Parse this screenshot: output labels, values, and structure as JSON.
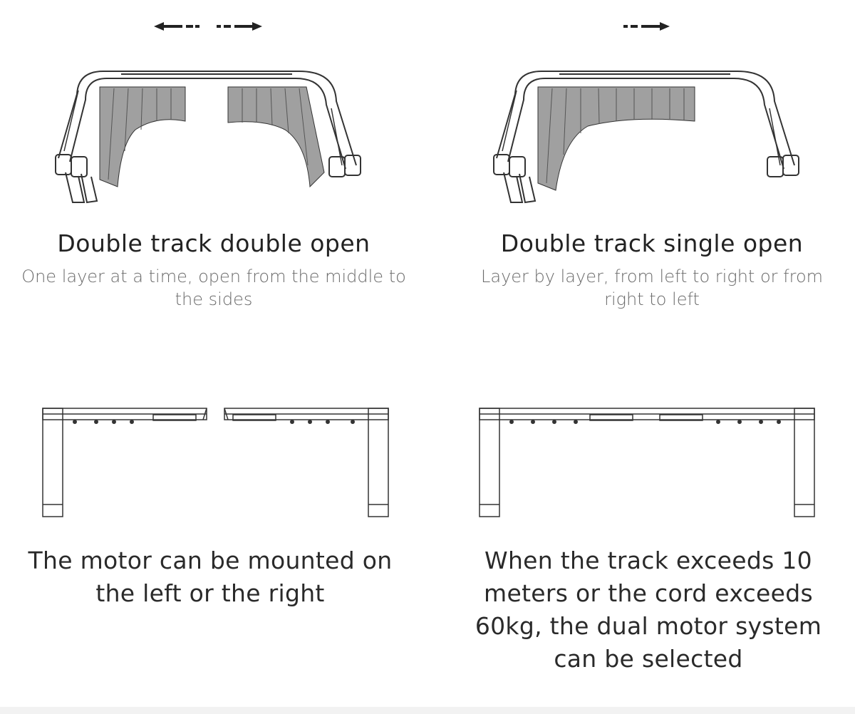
{
  "panels": {
    "double_open": {
      "title": "Double track double open",
      "subtitle": "One layer at a time, open from the middle to the sides",
      "icon": "arrows-both-directions-icon"
    },
    "single_open": {
      "title": "Double track single open",
      "subtitle": "Layer by layer, from left to right or from right to left",
      "icon": "arrow-right-icon"
    },
    "motor_mount": {
      "caption": "The motor can be mounted on the left or the right"
    },
    "dual_motor": {
      "caption": "When the track exceeds 10 meters or the cord exceeds 60kg, the dual motor system can be selected"
    }
  },
  "colors": {
    "line": "#333333",
    "curtain": "#9a9a9a",
    "subtitle": "#6b6b6b",
    "footer": "#f2f2f2"
  }
}
